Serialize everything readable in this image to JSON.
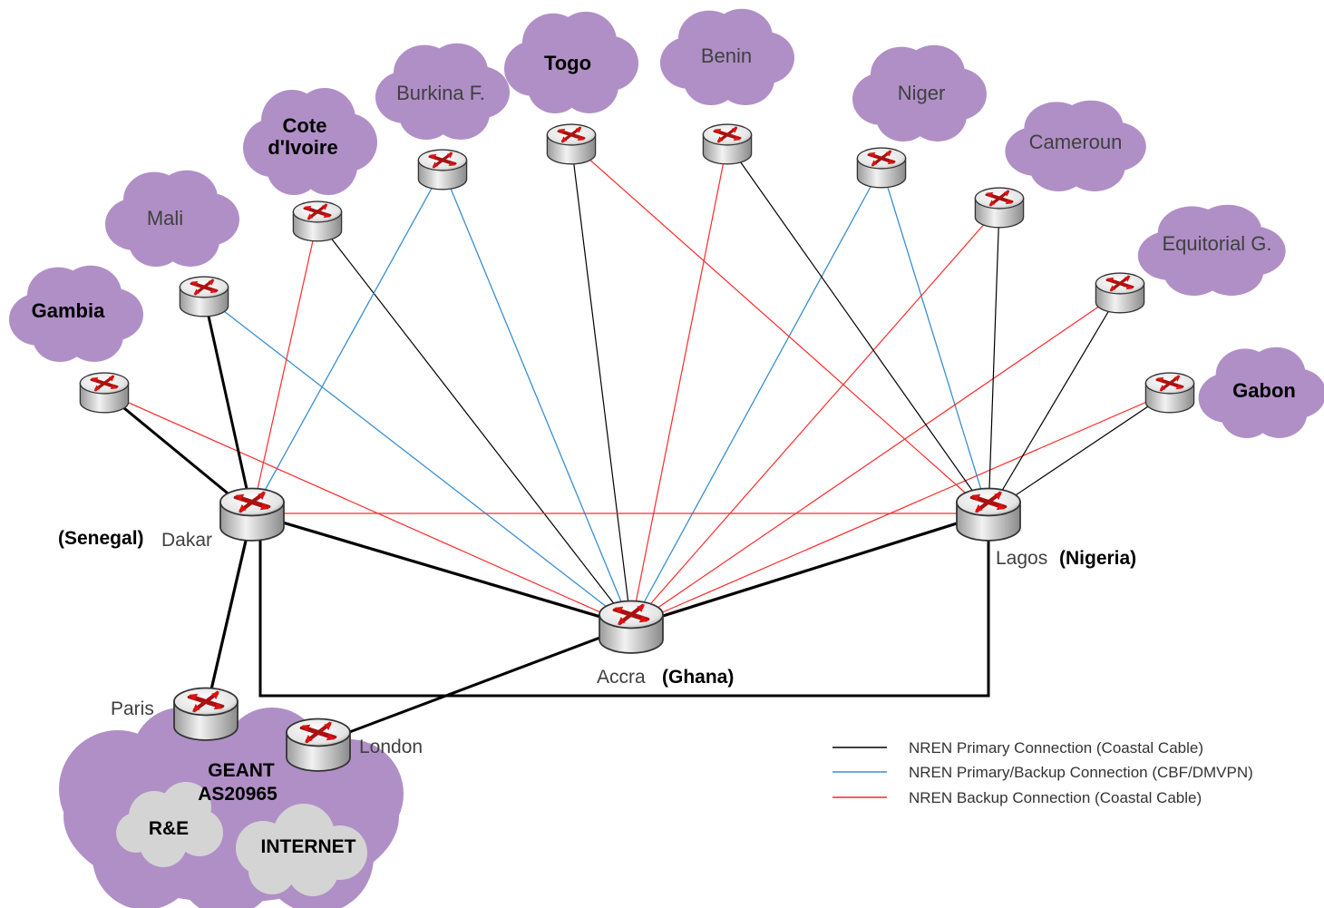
{
  "countries": {
    "gambia": "Gambia",
    "mali": "Mali",
    "cote_ivoire_1": "Cote",
    "cote_ivoire_2": "d'Ivoire",
    "burkina": "Burkina F.",
    "togo": "Togo",
    "benin": "Benin",
    "niger": "Niger",
    "cameroon": "Cameroun",
    "equatorial": "Equitorial G.",
    "gabon": "Gabon"
  },
  "hubs": {
    "dakar_country": "(Senegal)",
    "dakar_city": "Dakar",
    "lagos_city": "Lagos",
    "lagos_country": "(Nigeria)",
    "accra_city": "Accra",
    "accra_country": "(Ghana)",
    "paris": "Paris",
    "london": "London"
  },
  "geant": {
    "name": "GEANT",
    "asn": "AS20965",
    "re": "R&E",
    "internet": "INTERNET"
  },
  "legend": [
    {
      "label": "NREN Primary Connection (Coastal Cable)",
      "color": "#000000",
      "icon": "black-line"
    },
    {
      "label": "NREN Primary/Backup Connection (CBF/DMVPN)",
      "color": "#3a8fd0",
      "icon": "blue-line"
    },
    {
      "label": "NREN Backup Connection (Coastal Cable)",
      "color": "#ff2a2a",
      "icon": "red-line"
    }
  ],
  "colors": {
    "primary": "#000000",
    "cbf": "#3a8fd0",
    "backup": "#ff2a2a",
    "cloud": "#b08fc6",
    "inner_cloud": "#d4d4d4",
    "router_arrow": "#cc1111"
  }
}
